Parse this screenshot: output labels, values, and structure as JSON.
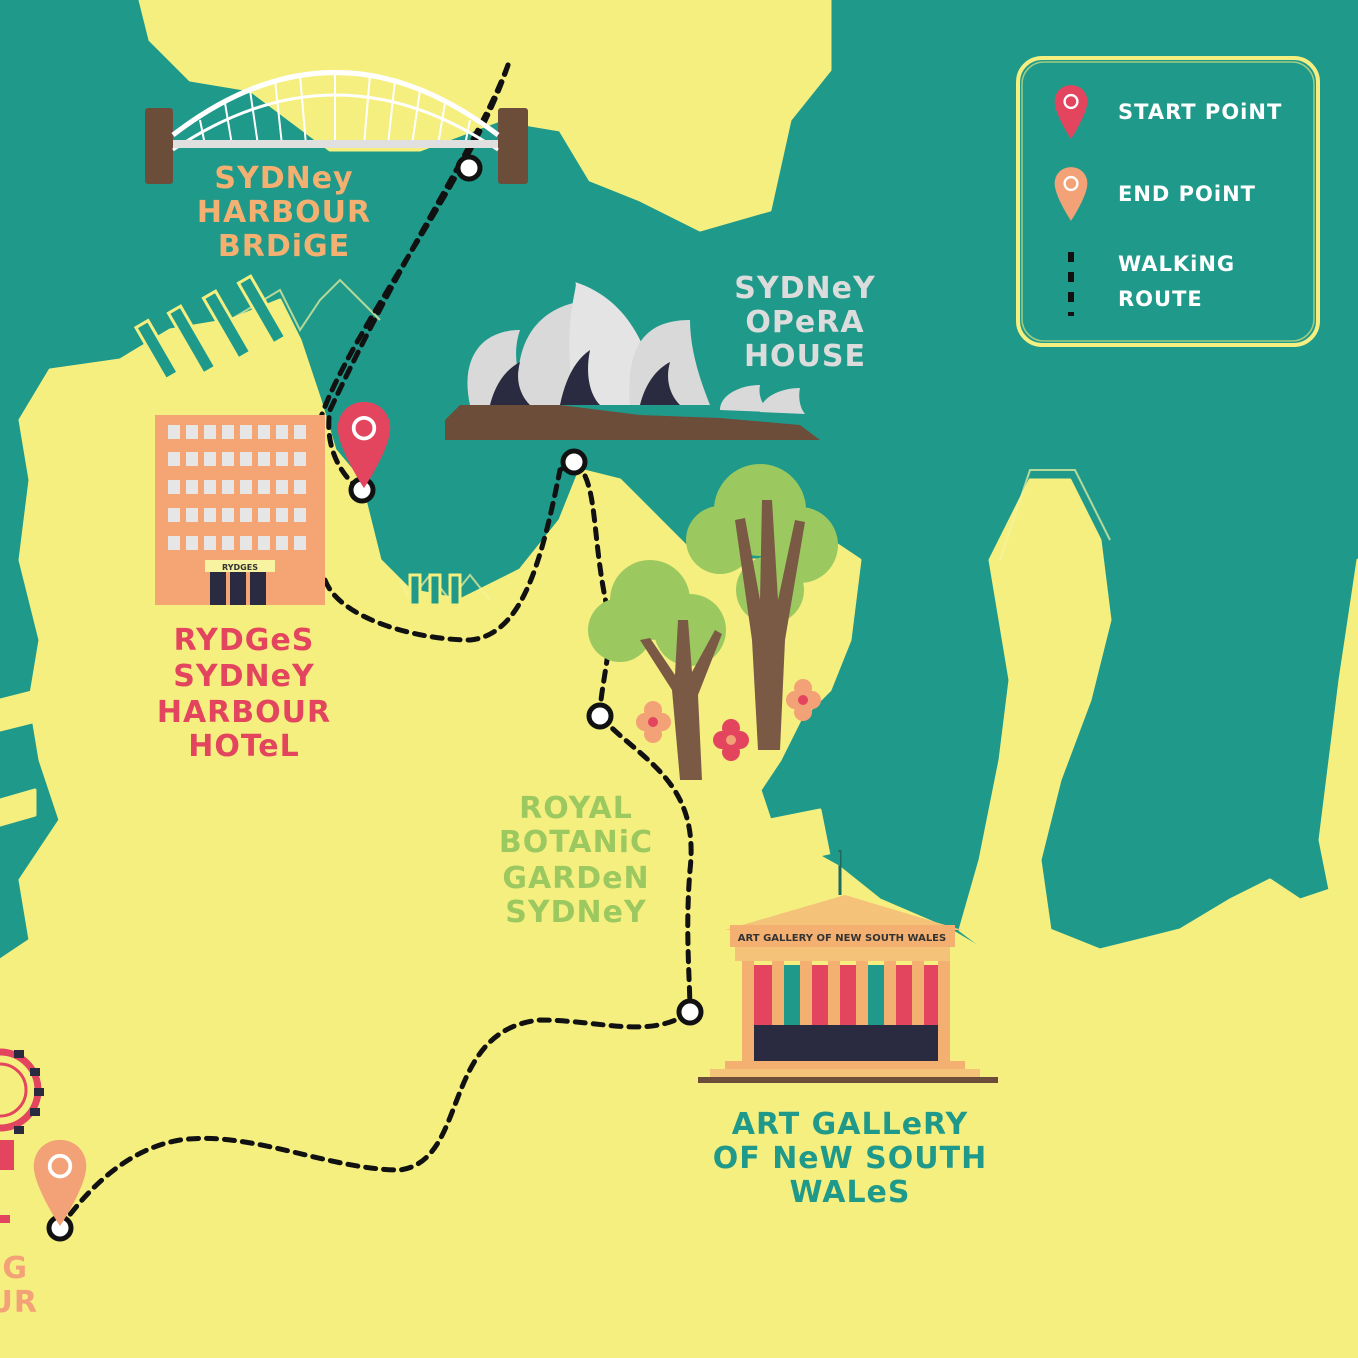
{
  "colors": {
    "water": "#1f9a8a",
    "land": "#f5ef80",
    "start_pin": "#e3455e",
    "end_pin": "#f3a176",
    "route": "#111111"
  },
  "legend": {
    "start": "START POiNT",
    "end": "END POiNT",
    "walk_line1": "WALKiNG",
    "walk_line2": "ROUTE"
  },
  "landmarks": {
    "bridge": {
      "line1": "SYDNey",
      "line2": "HARBOUR",
      "line3": "BRDiGE",
      "color": "#f3b070",
      "icon": "harbour-bridge-icon"
    },
    "opera": {
      "line1": "SYDNeY",
      "line2": "OPeRA",
      "line3": "HOUSE",
      "color": "#dcdcdc",
      "icon": "opera-house-icon"
    },
    "hotel": {
      "line1": "RYDGeS",
      "line2": "SYDNeY",
      "line3": "HARBOUR",
      "line4": "HOTeL",
      "sign": "RYDGES",
      "color": "#e3455e",
      "icon": "hotel-building-icon"
    },
    "garden": {
      "line1": "ROYAL",
      "line2": "BOTANiC",
      "line3": "GARDeN",
      "line4": "SYDNeY",
      "color": "#9cc860",
      "icon": "trees-icon"
    },
    "gallery": {
      "line1": "ART GALLeRY",
      "line2": "OF NeW SOUTH",
      "line3": "WALeS",
      "sign": "ART GALLERY OF NEW SOUTH WALES",
      "color": "#1f9a8a",
      "icon": "art-gallery-icon"
    },
    "darling": {
      "line1": "G",
      "line2": "UR",
      "color": "#f3a176",
      "icon": "ferris-wheel-icon"
    }
  }
}
